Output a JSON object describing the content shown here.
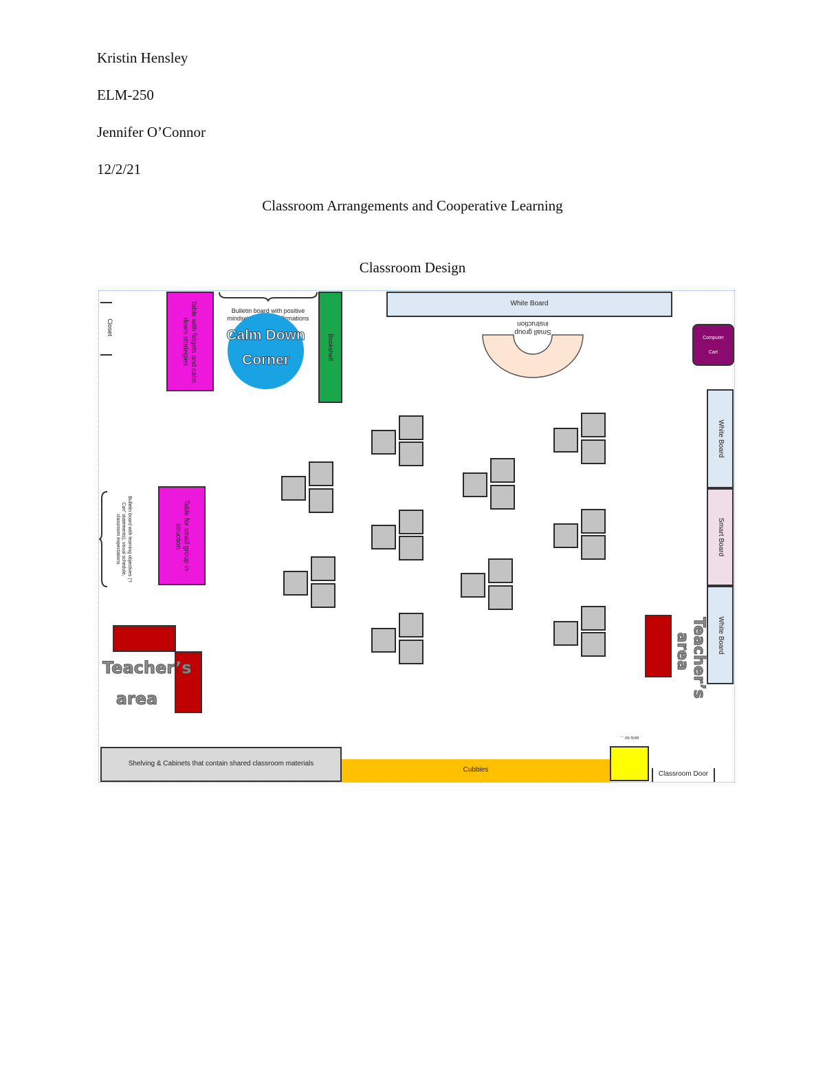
{
  "header": {
    "student": "Kristin Hensley",
    "course": "ELM-250",
    "instructor": "Jennifer O’Connor",
    "date": "12/2/21",
    "title": "Classroom Arrangements and Cooperative Learning",
    "subtitle": "Classroom Design"
  },
  "plan": {
    "closet": "Closet",
    "fidget_table": "Table with fidgets and calm down strategies",
    "bulletin_top": "Bulletin board with positive mindset visuals & affirmations",
    "calm_line1": "Calm Down",
    "calm_line2": "Corner",
    "bookshelf": "Bookshelf",
    "whiteboard_top": "White Board",
    "small_group": "Small group instruction",
    "computer_cart_line1": "Computer",
    "computer_cart_line2": "Cart",
    "whiteboard_right_1": "White Board",
    "smart_board": "Smart Board",
    "whiteboard_right_2": "White Board",
    "bulletin_left": "Bulletin board with learning objectives (“I Can” statements), visual schedule, classroom expectations",
    "small_group_table": "Table for small group in-struction",
    "teachers_area_line1": "Teacher’s",
    "teachers_area_line2": "area",
    "shelving": "Shelving & Cabinets that contain shared classroom materials",
    "cubbies": "Cubbies",
    "bin_label": "Bins for ...",
    "door": "Classroom Door"
  },
  "colors": {
    "magenta": "#ee18dc",
    "green": "#1aa64b",
    "calm_blue": "#1aa3e2",
    "computer_cart": "#8a0a6e",
    "whiteboard": "#dde8f5",
    "smartboard": "#f0dde5",
    "teacher_desk": "#c00000",
    "cubbies": "#ffc000",
    "bin": "#ffff00",
    "small_group_table": "#fde5d3"
  }
}
